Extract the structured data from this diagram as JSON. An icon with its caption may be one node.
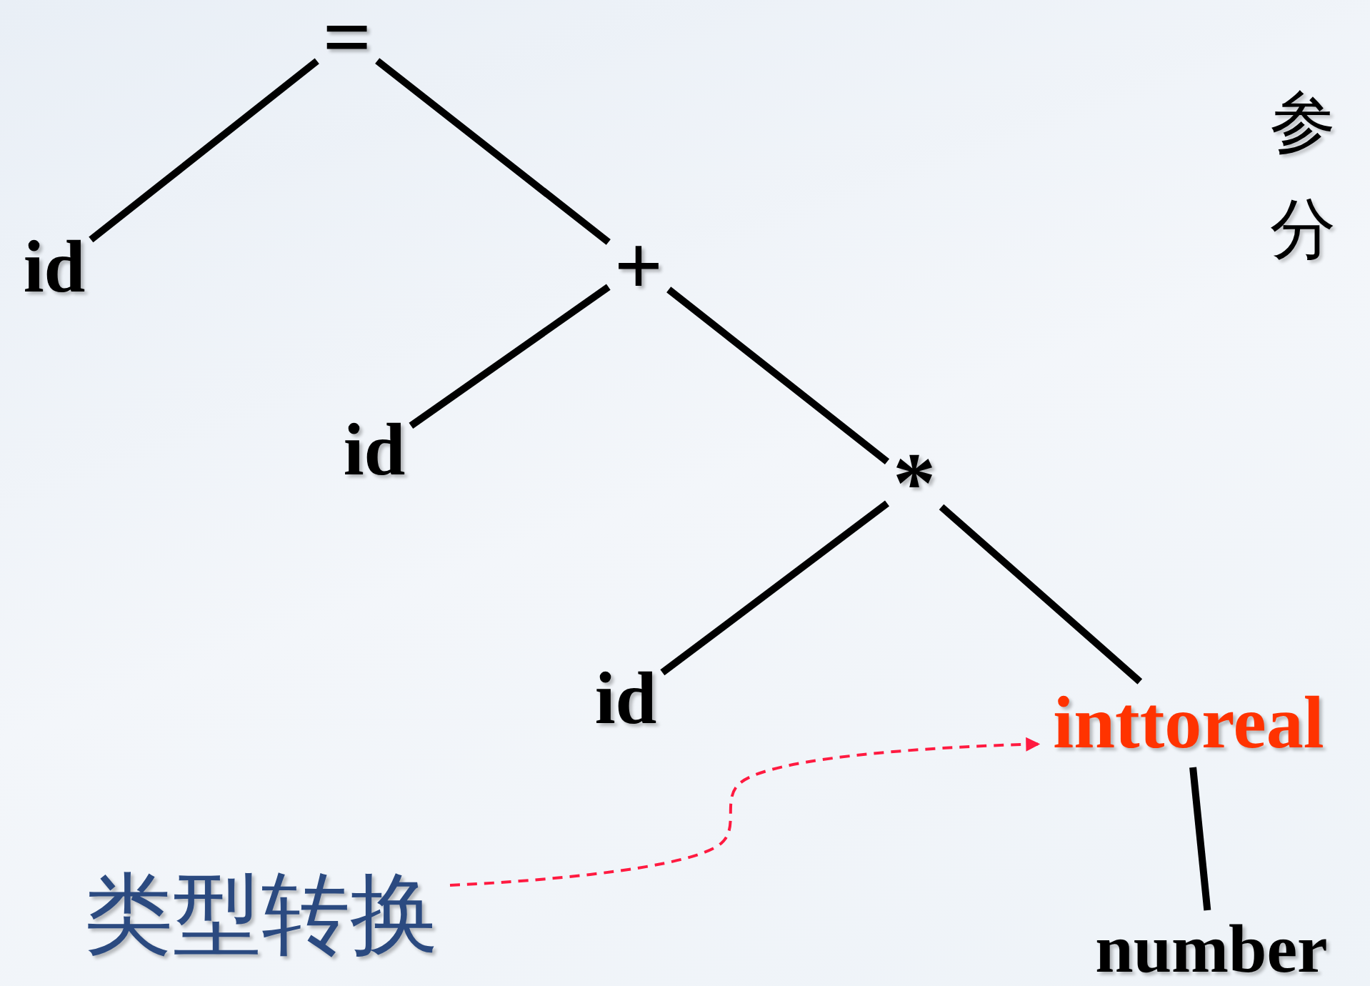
{
  "diagram": {
    "nodes": [
      {
        "text": [
          "="
        ]
      },
      {
        "text": [
          "id"
        ]
      },
      {
        "text": [
          "+"
        ]
      },
      {
        "text": [
          "id"
        ]
      },
      {
        "text": [
          "*"
        ]
      },
      {
        "text": [
          "id"
        ]
      },
      {
        "text": [
          "inttoreal"
        ]
      },
      {
        "text": [
          "number"
        ]
      },
      {
        "text": [
          "类型转换"
        ]
      }
    ],
    "edges": [
      {
        "from": 0,
        "to": 1,
        "arrow": "none"
      },
      {
        "from": 0,
        "to": 2,
        "arrow": "none"
      },
      {
        "from": 2,
        "to": 3,
        "arrow": "none"
      },
      {
        "from": 2,
        "to": 4,
        "arrow": "none"
      },
      {
        "from": 4,
        "to": 5,
        "arrow": "none"
      },
      {
        "from": 4,
        "to": 6,
        "arrow": "none"
      },
      {
        "from": 6,
        "to": 7,
        "arrow": "none"
      },
      {
        "from": 8,
        "to": 6,
        "arrow": "to",
        "style": "dashed",
        "color": "#ff1a40"
      }
    ],
    "labels": [
      "参",
      "分"
    ]
  }
}
